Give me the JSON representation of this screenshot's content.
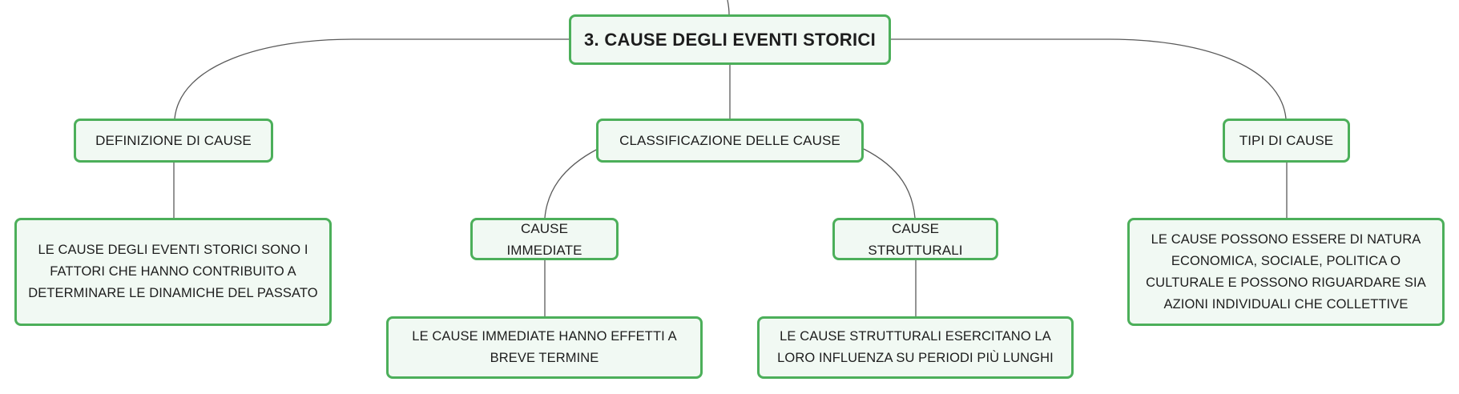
{
  "diagram": {
    "root": {
      "label": "3. CAUSE DEGLI EVENTI STORICI"
    },
    "branches": [
      {
        "id": "definizione",
        "label": "DEFINIZIONE DI CAUSE",
        "detail": "LE CAUSE DEGLI EVENTI STORICI SONO I FATTORI CHE HANNO CONTRIBUITO A DETERMINARE LE DINAMICHE DEL PASSATO"
      },
      {
        "id": "classificazione",
        "label": "CLASSIFICAZIONE DELLE CAUSE",
        "children": [
          {
            "id": "immediate",
            "label": "CAUSE IMMEDIATE",
            "detail": "LE CAUSE IMMEDIATE HANNO EFFETTI A BREVE TERMINE"
          },
          {
            "id": "strutturali",
            "label": "CAUSE STRUTTURALI",
            "detail": "LE CAUSE STRUTTURALI ESERCITANO LA LORO INFLUENZA SU PERIODI PIÙ LUNGHI"
          }
        ]
      },
      {
        "id": "tipi",
        "label": "TIPI DI CAUSE",
        "detail": "LE CAUSE POSSONO ESSERE DI NATURA ECONOMICA, SOCIALE, POLITICA O CULTURALE E POSSONO RIGUARDARE SIA AZIONI INDIVIDUALI CHE COLLETTIVE"
      }
    ],
    "colors": {
      "node_border": "#4caf5a",
      "node_fill": "#f1f9f3",
      "connector": "#5a5a5a",
      "text": "#1d1d1d"
    }
  }
}
